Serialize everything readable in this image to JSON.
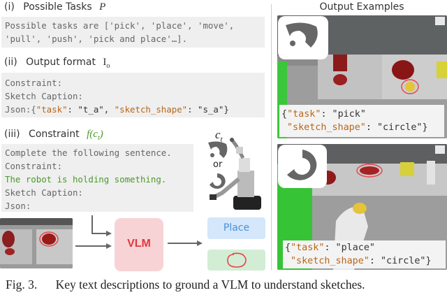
{
  "left": {
    "s1": {
      "num": "(i)",
      "title": "Possible Tasks",
      "sym": "P",
      "lines": [
        "Possible tasks are ['pick', 'place', 'move',",
        "'pull', 'push', 'pick and place'…]."
      ]
    },
    "s2": {
      "num": "(ii)",
      "title": "Output format",
      "sym": "I",
      "line1": "Constraint:",
      "line2": "Sketch Caption:",
      "json_pre": "Json:{",
      "k1": "\"task\"",
      "v1": ": \"t_a\", ",
      "k2": "\"sketch_shape\"",
      "v2": ": \"s_a\"}"
    },
    "s3": {
      "num": "(iii)",
      "title": "Constraint",
      "sym": "f(c",
      "line1": "Complete the following sentence.",
      "line2": "Constraint:",
      "line3": "The robot is holding something.",
      "line4": "Sketch Caption:",
      "line5": "Json:"
    },
    "ct": "c",
    "or": "or",
    "vlm": "VLM",
    "place": "Place"
  },
  "right": {
    "title": "Output Examples",
    "ex1": {
      "k1": "\"task\"",
      "v1": ": \"pick\"",
      "k2": "\"sketch_shape\"",
      "v2": ": \"circle\"}"
    },
    "ex2": {
      "k1": "\"task\"",
      "v1": ": \"place\"",
      "k2": "\"sketch_shape\"",
      "v2": ": \"circle\"}"
    }
  },
  "caption": {
    "label": "Fig. 3.",
    "text": "Key text descriptions to ground a VLM to understand sketches."
  },
  "colors": {
    "vlm_box": "#f8d3d5",
    "vlm_text": "#e0393f",
    "place_box": "#d4e7fb",
    "place_text": "#4a90d9",
    "circle_box": "#d2edd4",
    "sketch": "#e8434a"
  }
}
